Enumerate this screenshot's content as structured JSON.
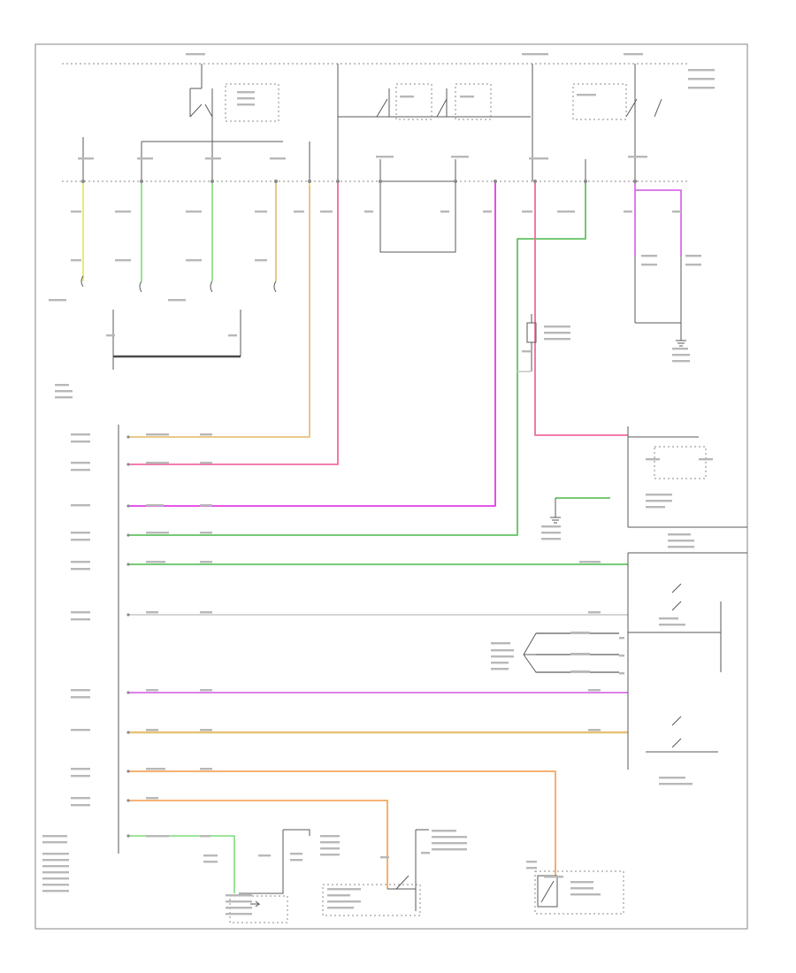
{
  "diagram": {
    "footer_code": "",
    "colors": {
      "yellow": "#e8e86a",
      "light_green": "#8ee08a",
      "green": "#62c262",
      "tan": "#e6c27a",
      "orange": "#f4a860",
      "pink": "#f06aa0",
      "magenta": "#e23ce2",
      "violet": "#d86ee8",
      "gray": "#cfcfcf",
      "black": "#4a4a4a"
    },
    "wires": [
      {
        "name": "pink-riser-A",
        "color": "pink"
      },
      {
        "name": "magenta-riser",
        "color": "magenta"
      },
      {
        "name": "green-riser",
        "color": "green"
      },
      {
        "name": "violet-right",
        "color": "violet"
      },
      {
        "name": "pink-right",
        "color": "pink"
      },
      {
        "name": "tan-riser",
        "color": "tan"
      },
      {
        "name": "yellow-riser",
        "color": "yellow"
      },
      {
        "name": "yellow-left",
        "color": "yellow"
      },
      {
        "name": "lightgreen-left",
        "color": "light_green"
      },
      {
        "name": "lightgreen-mid",
        "color": "light_green"
      },
      {
        "name": "tan-left",
        "color": "tan"
      },
      {
        "name": "green-main",
        "color": "green"
      },
      {
        "name": "green-branch",
        "color": "green"
      },
      {
        "name": "gray-main",
        "color": "gray"
      },
      {
        "name": "violet-main",
        "color": "violet"
      },
      {
        "name": "olive-main",
        "color": "tan"
      },
      {
        "name": "orange-main-a",
        "color": "orange"
      },
      {
        "name": "orange-main-b",
        "color": "orange"
      },
      {
        "name": "green-bottom",
        "color": "light_green"
      },
      {
        "name": "gray-sensor-1",
        "color": "gray"
      },
      {
        "name": "gray-sensor-2",
        "color": "gray"
      },
      {
        "name": "gray-sensor-3",
        "color": "gray"
      },
      {
        "name": "gray-sensor-4",
        "color": "gray"
      }
    ]
  }
}
